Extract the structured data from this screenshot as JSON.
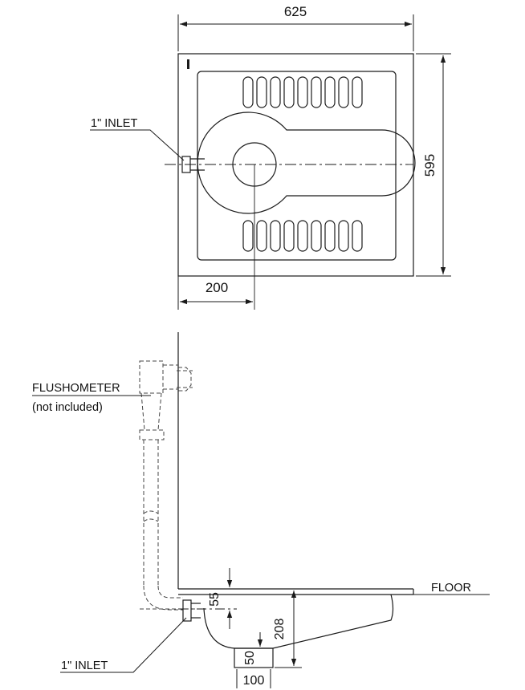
{
  "plan_view": {
    "width_dim": "625",
    "depth_dim": "595",
    "inlet_offset_dim": "200",
    "inlet_label": "1\" INLET"
  },
  "side_view": {
    "flushometer_label": "FLUSHOMETER",
    "flushometer_note": "(not included)",
    "floor_label": "FLOOR",
    "inlet_label": "1\" INLET",
    "inlet_height_dim": "55",
    "total_depth_dim": "208",
    "outlet_height_dim": "50",
    "outlet_width_dim": "100"
  },
  "colors": {
    "line": "#1a1a1a",
    "hidden_line": "#444444",
    "background": "#ffffff"
  }
}
